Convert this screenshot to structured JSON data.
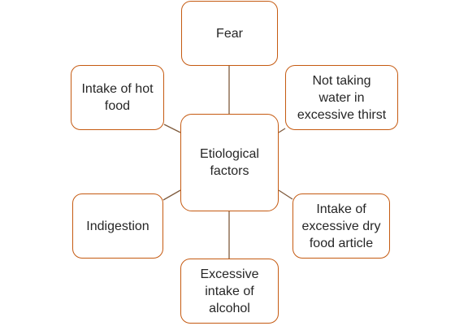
{
  "diagram": {
    "center": {
      "label": "Etiological factors"
    },
    "nodes": {
      "top": {
        "label": "Fear"
      },
      "top_right": {
        "label": "Not taking water in excessive thirst"
      },
      "top_left": {
        "label": "Intake of hot food"
      },
      "left": {
        "label": "Indigestion"
      },
      "bottom_right": {
        "label": "Intake of excessive dry food article"
      },
      "bottom": {
        "label": "Excessive intake of alcohol"
      }
    },
    "colors": {
      "border": "#c55a11",
      "connector": "#7f5a3c",
      "text": "#262626",
      "background": "#ffffff"
    }
  }
}
